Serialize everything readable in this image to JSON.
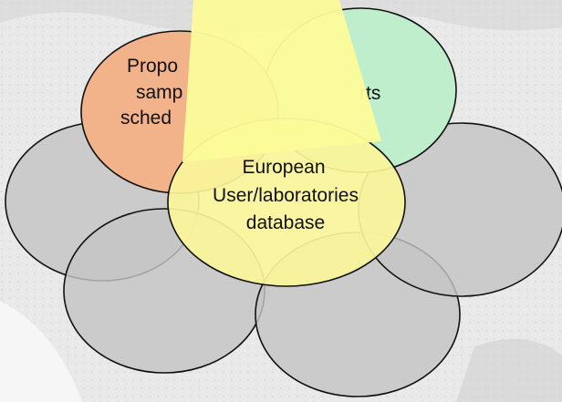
{
  "labels": {
    "orange_line1": "Propo",
    "orange_line2": "samp",
    "orange_line3": "sched",
    "green_fragment": "rts",
    "center_line1": "European",
    "center_line2": "User/laboratories",
    "center_line3": "database"
  },
  "colors": {
    "orange": "#f2b38b",
    "green": "#bfeecc",
    "yellow": "#faf59a",
    "grey": "#c4c4c4",
    "beam": "#fbfb9a"
  }
}
